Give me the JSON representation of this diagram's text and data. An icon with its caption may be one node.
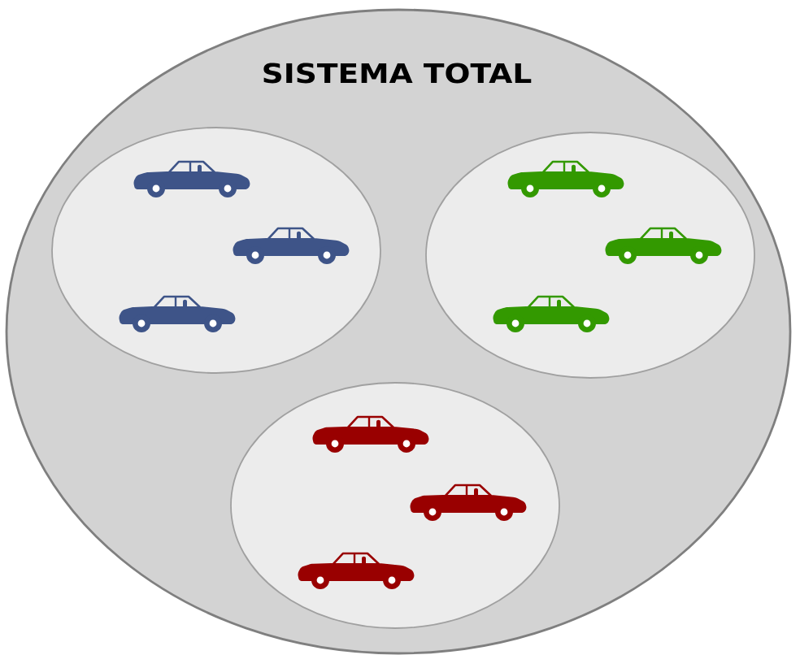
{
  "diagram": {
    "nodes": [
      {
        "text": [
          "SISTEMA TOTAL"
        ]
      },
      {
        "text": [],
        "shape": "ellipse",
        "in": 0
      },
      {
        "text": [],
        "shape": "ellipse",
        "in": 0
      },
      {
        "text": [],
        "shape": "ellipse",
        "in": 0
      },
      {
        "text": [],
        "shape": "car",
        "in": 1
      },
      {
        "text": [],
        "shape": "car",
        "in": 1
      },
      {
        "text": [],
        "shape": "car",
        "in": 1
      },
      {
        "text": [],
        "shape": "car",
        "in": 2
      },
      {
        "text": [],
        "shape": "car",
        "in": 2
      },
      {
        "text": [],
        "shape": "car",
        "in": 2
      },
      {
        "text": [],
        "shape": "car",
        "in": 3
      },
      {
        "text": [],
        "shape": "car",
        "in": 3
      },
      {
        "text": [],
        "shape": "car",
        "in": 3
      }
    ]
  }
}
